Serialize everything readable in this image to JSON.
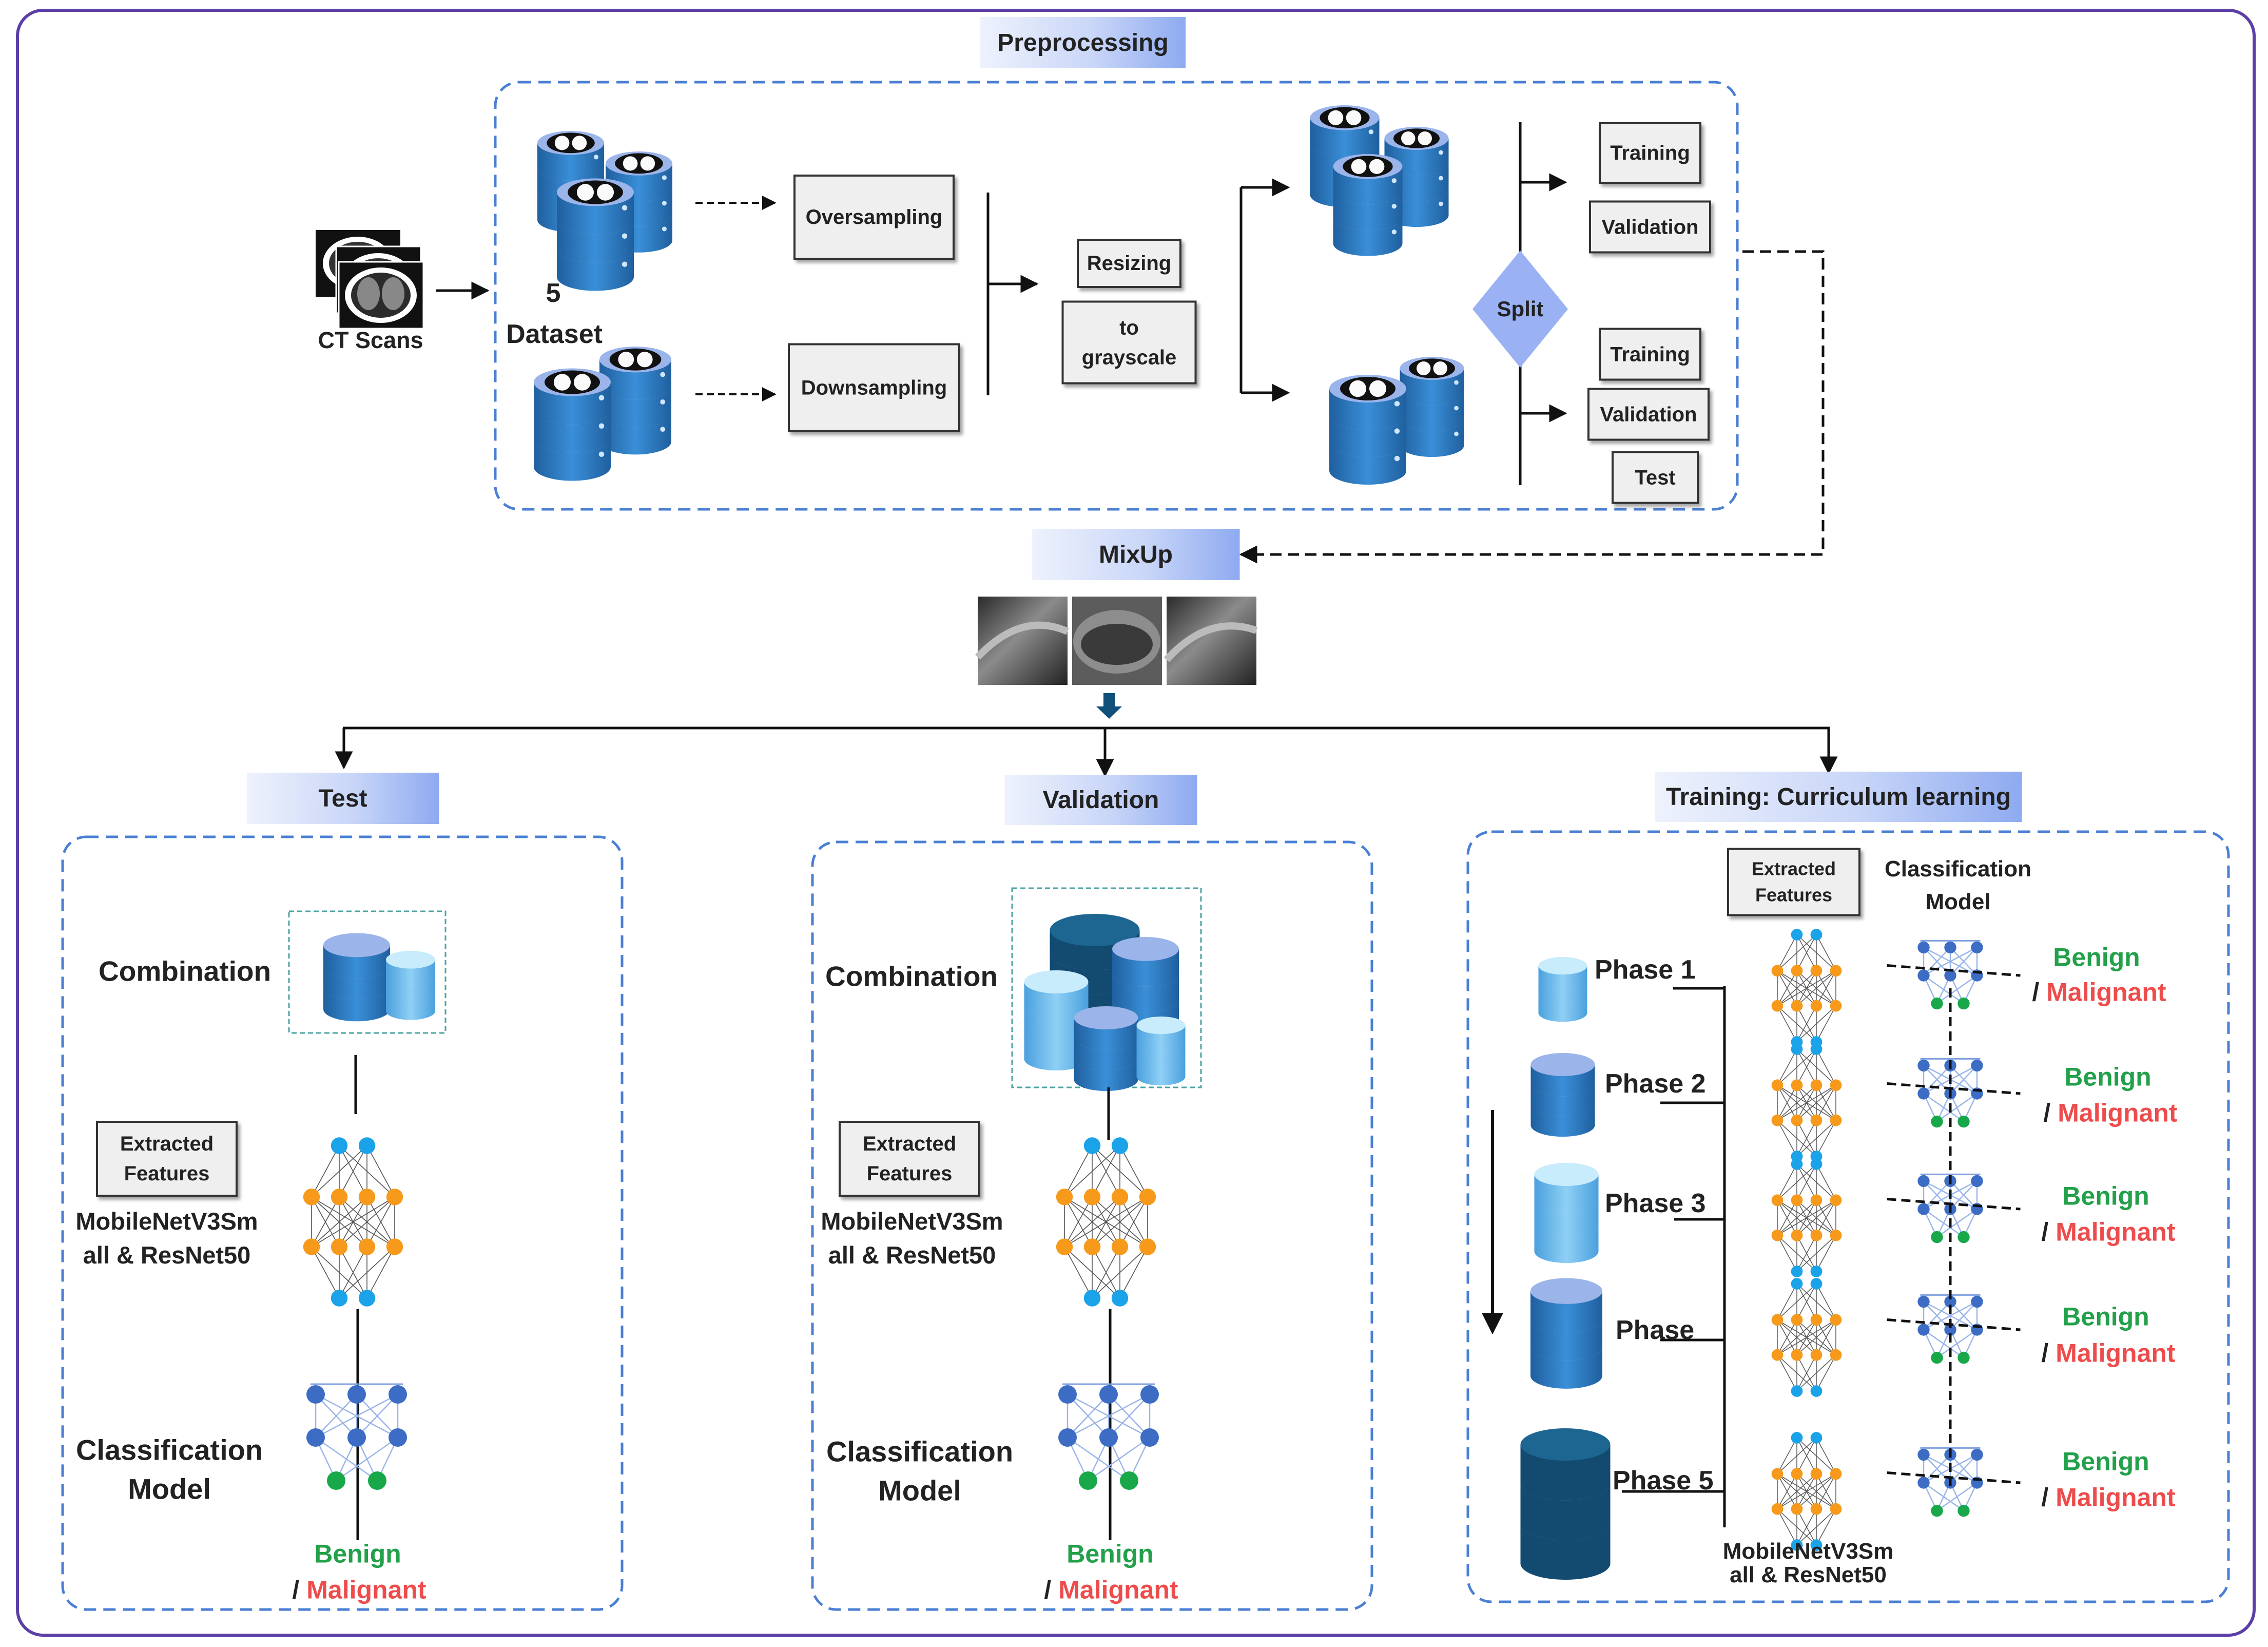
{
  "preprocessing": {
    "title": "Preprocessing",
    "ct_scans": "CT Scans",
    "dataset_num": "5",
    "dataset_label": "Dataset",
    "oversampling": "Oversampling",
    "downsampling": "Downsampling",
    "resizing": "Resizing",
    "grayscale_line1": "to",
    "grayscale_line2": "grayscale",
    "split": "Split",
    "training": "Training",
    "validation": "Validation",
    "test": "Test"
  },
  "mixup": {
    "title": "MixUp"
  },
  "test_panel": {
    "title": "Test",
    "combination": "Combination",
    "extracted_line1": "Extracted",
    "extracted_line2": "Features",
    "model_line1": "MobileNetV3Sm",
    "model_line2": "all & ResNet50",
    "classification_line1": "Classification",
    "classification_line2": "Model",
    "benign": "Benign",
    "slash": "/",
    "malignant": "Malignant"
  },
  "validation_panel": {
    "title": "Validation",
    "combination": "Combination",
    "extracted_line1": "Extracted",
    "extracted_line2": "Features",
    "model_line1": "MobileNetV3Sm",
    "model_line2": "all & ResNet50",
    "classification_line1": "Classification",
    "classification_line2": "Model",
    "benign": "Benign",
    "slash": "/",
    "malignant": "Malignant"
  },
  "training_panel": {
    "title": "Training: Curriculum learning",
    "extracted_line1": "Extracted",
    "extracted_line2": "Features",
    "classification_line1": "Classification",
    "classification_line2": "Model",
    "phases": [
      "Phase 1",
      "Phase 2",
      "Phase 3",
      "Phase",
      "Phase 5"
    ],
    "benign": "Benign",
    "slash": "/",
    "malignant": "Malignant",
    "model_line1": "MobileNetV3Sm",
    "model_line2": "all & ResNet50"
  },
  "colors": {
    "panel_border": "#4a7fd4",
    "outer_border": "#5b3ea6",
    "db_top": "#9bb4ea",
    "db_body": "#2f7cc9",
    "db_dark": "#124a70",
    "nn_blue": "#1aa3e8",
    "nn_orange": "#f79a1b",
    "cls_node": "#3d6cc4",
    "cls_out": "#18a84a",
    "benign": "#22a04a",
    "malignant": "#ee4c4c"
  }
}
